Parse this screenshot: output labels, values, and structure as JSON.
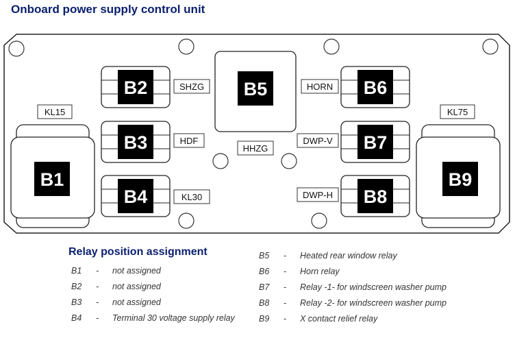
{
  "title": "Onboard power supply control unit",
  "relays": {
    "b1": "B1",
    "b2": "B2",
    "b3": "B3",
    "b4": "B4",
    "b5": "B5",
    "b6": "B6",
    "b7": "B7",
    "b8": "B8",
    "b9": "B9"
  },
  "tags": {
    "shzg": "SHZG",
    "hdf": "HDF",
    "kl30": "KL30",
    "hhzg": "HHZG",
    "horn": "HORN",
    "dwpv": "DWP-V",
    "dwph": "DWP-H",
    "kl15": "KL15",
    "kl75": "KL75"
  },
  "legend": {
    "title": "Relay position assignment",
    "separator": "-",
    "left": [
      {
        "code": "B1",
        "text": "not assigned"
      },
      {
        "code": "B2",
        "text": "not assigned"
      },
      {
        "code": "B3",
        "text": "not assigned"
      },
      {
        "code": "B4",
        "text": "Terminal 30 voltage supply relay"
      }
    ],
    "right": [
      {
        "code": "B5",
        "text": "Heated rear window relay"
      },
      {
        "code": "B6",
        "text": "Horn relay"
      },
      {
        "code": "B7",
        "text": "Relay -1- for windscreen washer pump"
      },
      {
        "code": "B8",
        "text": "Relay -2- for windscreen washer pump"
      },
      {
        "code": "B9",
        "text": "X contact relief relay"
      }
    ]
  },
  "colors": {
    "title": "#0a1f6e",
    "block": "#000000",
    "outline": "#222222"
  }
}
